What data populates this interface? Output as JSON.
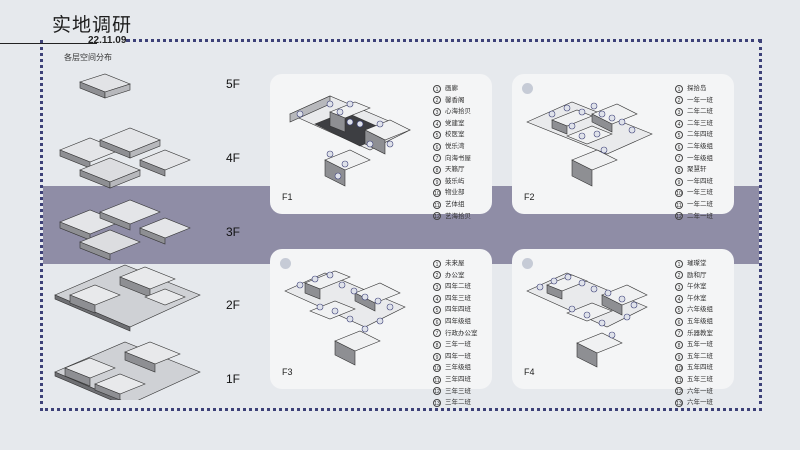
{
  "header": {
    "title": "实地调研",
    "date": "22.11.09",
    "subtitle": "各层空间分布"
  },
  "floors": [
    "5F",
    "4F",
    "3F",
    "2F",
    "1F"
  ],
  "colors": {
    "accent": "#3d4178",
    "band": "#8f8da6",
    "card": "#f4f5f6"
  },
  "cards": [
    {
      "name": "F1",
      "legend": [
        "画廊",
        "馨香阁",
        "心海拾贝",
        "党建室",
        "校医室",
        "悦乐湾",
        "向海书屋",
        "天籁厅",
        "鼓乐屿",
        "物业部",
        "艺体组",
        "艺海拾贝"
      ]
    },
    {
      "name": "F2",
      "legend": [
        "探拾岛",
        "一年一班",
        "二年二班",
        "二年三班",
        "二年四班",
        "二年级组",
        "一年级组",
        "聚慧轩",
        "一年四班",
        "一年三班",
        "一年二班",
        "二年一班"
      ]
    },
    {
      "name": "F3",
      "legend": [
        "未来屋",
        "办公室",
        "四年二班",
        "四年三班",
        "四年四班",
        "四年级组",
        "行政办公室",
        "三年一班",
        "四年一班",
        "三年级组",
        "三年四班",
        "三年三班",
        "三年二班"
      ]
    },
    {
      "name": "F4",
      "legend": [
        "璀璨堂",
        "励和厅",
        "午休室",
        "午休室",
        "六年级组",
        "五年级组",
        "乐器教室",
        "五年一班",
        "五年二班",
        "五年四班",
        "五年三班",
        "六年一班",
        "六年一班"
      ]
    }
  ]
}
